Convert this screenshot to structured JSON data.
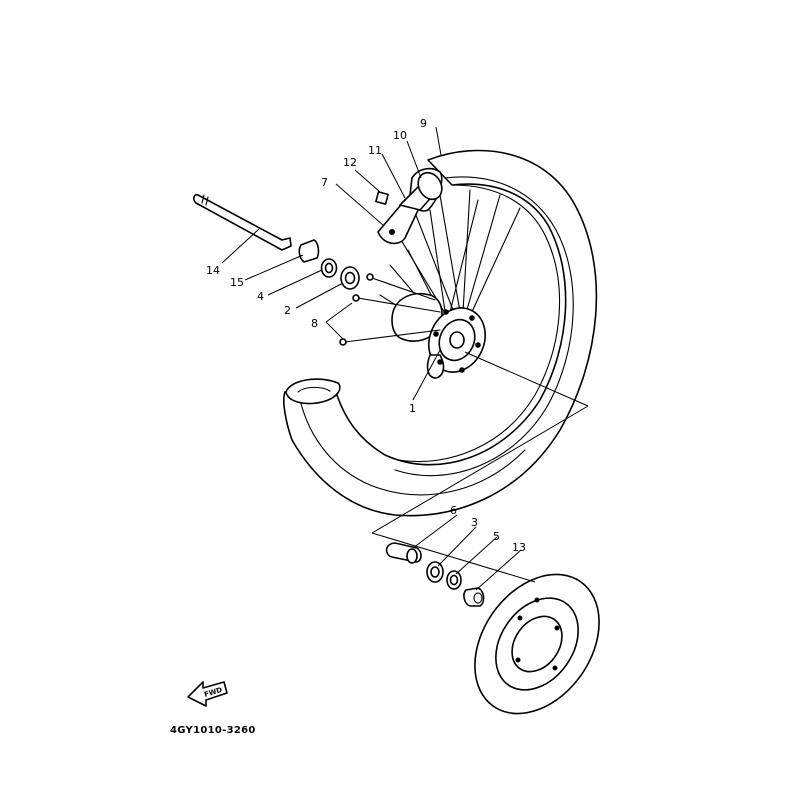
{
  "diagram": {
    "code": "4GY1010-3260",
    "fwd_label": "FWD",
    "callouts": {
      "p1": "1",
      "p2": "2",
      "p3": "3",
      "p4": "4",
      "p5": "5",
      "p6": "6",
      "p7": "7",
      "p8": "8",
      "p9": "9",
      "p10": "10",
      "p11": "11",
      "p12": "12",
      "p13": "13",
      "p14": "14",
      "p15": "15"
    }
  }
}
